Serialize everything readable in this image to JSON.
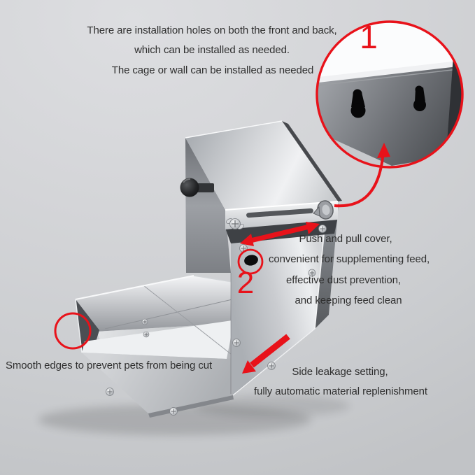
{
  "colors": {
    "accent_red": "#e8121a",
    "text": "#2f2f2f",
    "background_gray": "#d2d4d6",
    "metal_light": "#eff1f3",
    "metal_dark": "#55585c"
  },
  "annotations": {
    "installation": {
      "lines": [
        "There are installation holes on both the front and back,",
        "which can be installed as needed.",
        "The cage or wall can be installed as needed"
      ]
    },
    "callout_1": {
      "number": "1"
    },
    "callout_2": {
      "number": "2"
    },
    "push_pull": {
      "lines": [
        "Push and pull cover,",
        "convenient for supplementing feed,",
        "effective dust prevention,",
        "and keeping feed clean"
      ]
    },
    "smooth_edges": {
      "text": "Smooth edges to prevent pets from being cut"
    },
    "side_leakage": {
      "lines": [
        "Side leakage setting,",
        "fully automatic material replenishment"
      ]
    }
  }
}
